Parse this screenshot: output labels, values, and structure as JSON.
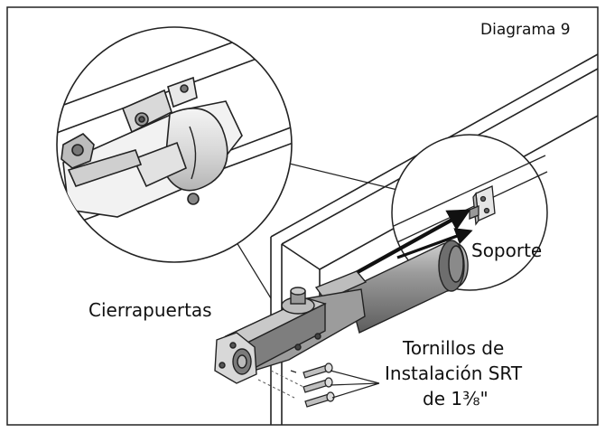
{
  "diagram": {
    "title": "Diagrama 9",
    "labels": {
      "closer": "Cierrapuertas",
      "bracket": "Soporte",
      "screws_line1": "Tornillos de",
      "screws_line2": "Instalación SRT",
      "screws_line3": "de 1⅜\""
    }
  }
}
